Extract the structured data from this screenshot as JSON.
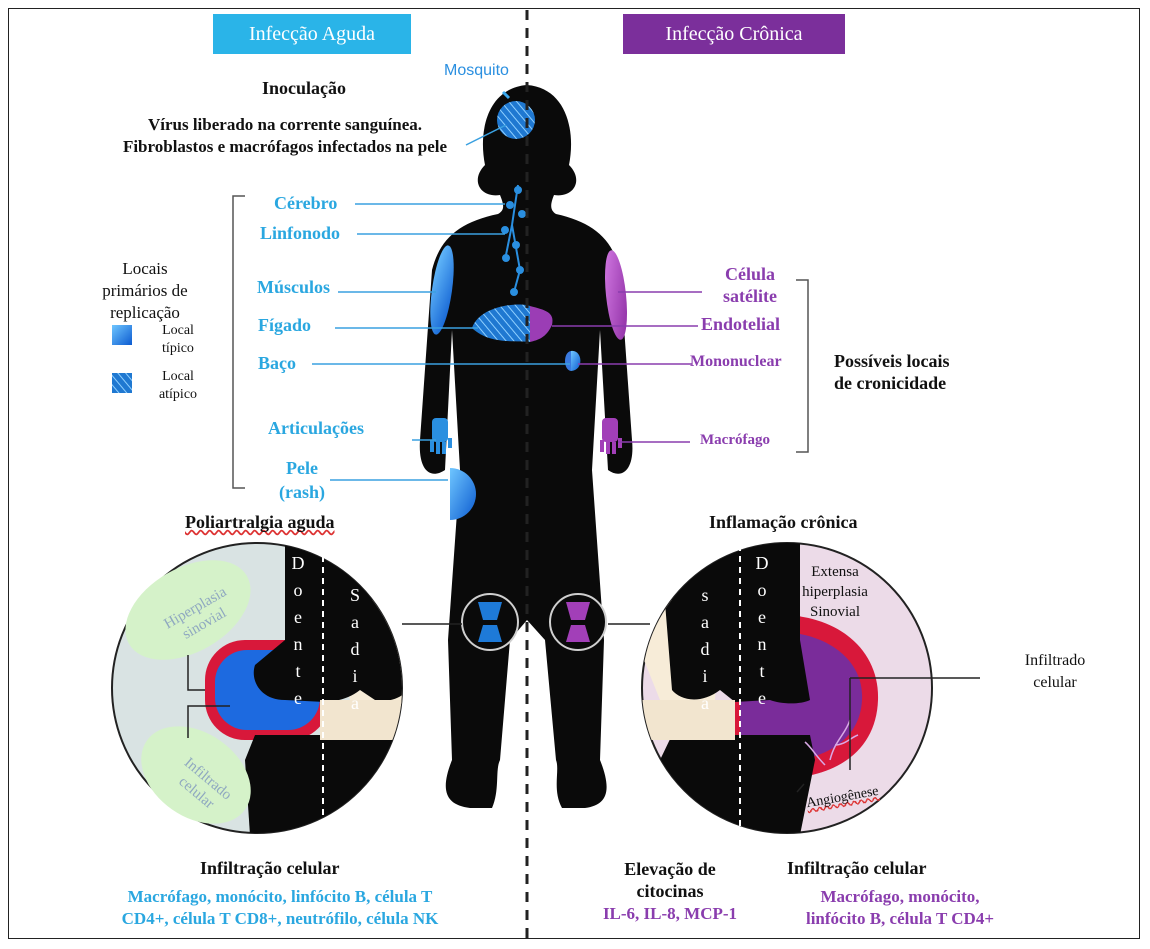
{
  "headers": {
    "acute": "Infecção Aguda",
    "chronic": "Infecção Crônica"
  },
  "top": {
    "mosquito": "Mosquito",
    "inoculation": "Inoculação",
    "virus_line1": "Vírus liberado na corrente sanguínea.",
    "virus_line2": "Fibroblastos e macrófagos infectados na pele"
  },
  "legend": {
    "title_lines": [
      "Locais",
      "primários de",
      "replicação"
    ],
    "typical_lines": [
      "Local",
      "típico"
    ],
    "atypical_lines": [
      "Local",
      "atípico"
    ]
  },
  "acute_sites": {
    "brain": "Cérebro",
    "lymph": "Linfonodo",
    "muscles": "Músculos",
    "liver": "Fígado",
    "spleen": "Baço",
    "joints": "Articulações",
    "skin1": "Pele",
    "skin2": "(rash)"
  },
  "chronic_sites": {
    "satellite1": "Célula",
    "satellite2": "satélite",
    "endothelial": "Endotelial",
    "mononuclear": "Mononuclear",
    "macrophage": "Macrófago",
    "possible1": "Possíveis locais",
    "possible2": "de cronicidade"
  },
  "acute_joint": {
    "title": "Poliartralgia  aguda",
    "hyperplasia": "Hiperplasia sinovial",
    "infiltrate": "Infiltrado celular",
    "sick": [
      "D",
      "o",
      "e",
      "n",
      "t",
      "e"
    ],
    "healthy": [
      "S",
      "a",
      "d",
      "i",
      "a"
    ]
  },
  "chronic_joint": {
    "title": "Inflamação  crônica",
    "extensive1": "Extensa",
    "extensive2": "hiperplasia",
    "extensive3": "Sinovial",
    "infiltrate1": "Infiltrado",
    "infiltrate2": "celular",
    "angiogenesis": "Angiogênese",
    "healthy": [
      "s",
      "a",
      "d",
      "i",
      "a"
    ],
    "sick": [
      "D",
      "o",
      "e",
      "n",
      "t",
      "e"
    ]
  },
  "bottom": {
    "acute_title": "Infiltração celular",
    "acute_line1": "Macrófago, monócito, linfócito B, célula T",
    "acute_line2": "CD4+, célula T CD8+, neutrófilo, célula NK",
    "cyto_title1": "Elevação de",
    "cyto_title2": "citocinas",
    "cyto_list": "IL-6, IL-8, MCP-1",
    "chronic_title": "Infiltração celular",
    "chronic_line1": "Macrófago, monócito,",
    "chronic_line2": "linfócito B, célula T CD4+"
  },
  "colors": {
    "acute": "#2aa7e0",
    "chronic": "#8a3dae",
    "silhouette": "#0a0a0a"
  }
}
